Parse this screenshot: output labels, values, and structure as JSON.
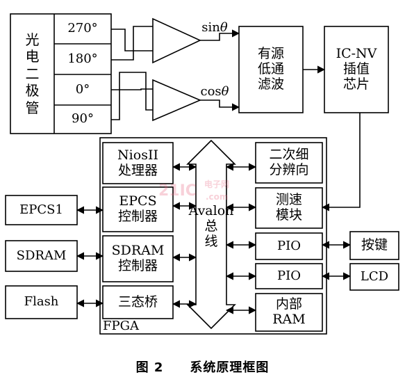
{
  "photodiode": {
    "label": "光\n电\n二\n极\n管"
  },
  "phases": [
    "270°",
    "180°",
    "0°",
    "90°"
  ],
  "signals": {
    "sin": "sin",
    "cos": "cos",
    "theta": "θ"
  },
  "filter": {
    "label": "有源\n低通\n滤波"
  },
  "chip": {
    "label": "IC-NV\n插值\n芯片"
  },
  "fpga": {
    "label": "FPGA",
    "bus": "Avalon\n总\n线",
    "left_modules": [
      {
        "name": "nios",
        "label": "NiosII\n处理器"
      },
      {
        "name": "epcs-controller",
        "label": "EPCS\n控制器"
      },
      {
        "name": "sdram-controller",
        "label": "SDRAM\n控制器"
      },
      {
        "name": "tristate-bridge",
        "label": "三态桥"
      }
    ],
    "right_modules": [
      {
        "name": "direction",
        "label": "二次细\n分辨向"
      },
      {
        "name": "speed",
        "label": "测速\n模块"
      },
      {
        "name": "pio-1",
        "label": "PIO"
      },
      {
        "name": "pio-2",
        "label": "PIO"
      },
      {
        "name": "ram",
        "label": "内部\nRAM"
      }
    ]
  },
  "external_left": [
    "EPCS1",
    "SDRAM",
    "Flash"
  ],
  "external_right": [
    "按键",
    "LCD"
  ],
  "watermark": {
    "main": "21IC",
    "sub": "电子网",
    "domain": ".com"
  },
  "caption": "图 2　　系统原理框图"
}
